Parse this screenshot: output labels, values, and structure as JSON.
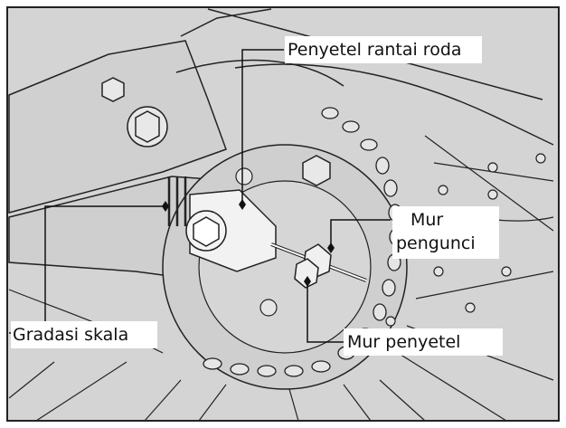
{
  "figure": {
    "background_color": "#d4d4d4",
    "line_color": "#222222",
    "labels": {
      "chain_adjuster": "Penyetel rantai roda",
      "lock_nut_line1": "Mur",
      "lock_nut_line2": "pengunci",
      "scale_gradation": "Gradasi skala",
      "adjusting_nut": "Mur penyetel"
    }
  }
}
